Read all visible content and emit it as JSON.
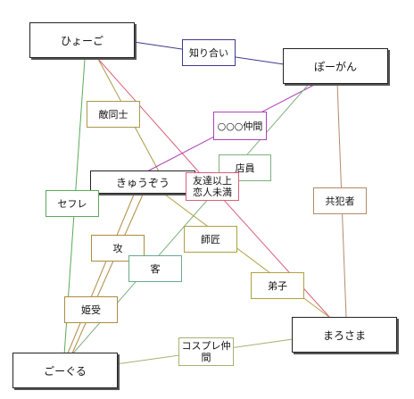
{
  "nodes": {
    "hyogo": "ひょーご",
    "pogan": "ぽーがん",
    "kyuzo": "きゅうぞう",
    "marosama": "まろさま",
    "goguru": "ごーぐる"
  },
  "relations": {
    "shiriai": "知り合い",
    "tekidoushi": "敵同士",
    "nakama": "○○○仲間",
    "tenin": "店員",
    "yujoijou": "友達以上恋人未満",
    "kyohansha": "共犯者",
    "sefure": "セフレ",
    "shisho": "師匠",
    "seme": "攻",
    "kyaku": "客",
    "deshi": "弟子",
    "himeuke": "姫受",
    "cosplay": "コスプレ仲間"
  },
  "colors": {
    "shiriai": "#3b3b8f",
    "tekidoushi": "#a89a4a",
    "nakama": "#b040b8",
    "tenin": "#7fb07f",
    "yujoijou": "#d9607a",
    "kyohansha": "#b48a6a",
    "sefure": "#5aaa5a",
    "shisho": "#b0a040",
    "seme": "#b08a40",
    "kyaku": "#6aaa8a",
    "deshi": "#b0a040",
    "himeuke": "#b08a40",
    "cosplay": "#a8b070"
  }
}
